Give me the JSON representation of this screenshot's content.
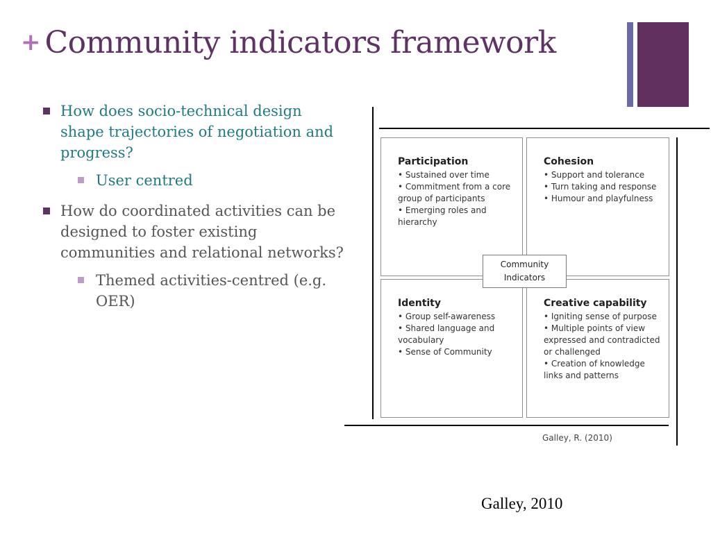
{
  "slide": {
    "title_plus": "+",
    "title": "Community indicators framework",
    "citation": "Galley, 2010",
    "colors": {
      "title": "#5f3266",
      "plus": "#b06fb8",
      "teal_text": "#1f7a82",
      "body_text": "#555555",
      "deco_bar": "#6b6aa6",
      "deco_block": "#62305f"
    }
  },
  "bullets": [
    {
      "text": "How does socio-technical design shape trajectories of negotiation and progress?",
      "sub": [
        "User centred"
      ]
    },
    {
      "text": "How do coordinated activities can be designed to foster existing communities and relational networks?",
      "sub": [
        "Themed activities-centred (e.g. OER)"
      ]
    }
  ],
  "figure": {
    "center_line1": "Community",
    "center_line2": "Indicators",
    "caption": "Galley, R. (2010)",
    "quadrants": {
      "participation": {
        "title": "Participation",
        "items": [
          "• Sustained over time",
          "• Commitment from a core",
          "group of participants",
          "• Emerging roles and",
          "hierarchy"
        ]
      },
      "cohesion": {
        "title": "Cohesion",
        "items": [
          "• Support and tolerance",
          "• Turn taking and response",
          "• Humour and playfulness"
        ]
      },
      "identity": {
        "title": "Identity",
        "items": [
          "• Group self-awareness",
          "• Shared language and",
          "vocabulary",
          "•  Sense of Community"
        ]
      },
      "creative": {
        "title": "Creative capability",
        "items": [
          "• Igniting sense of purpose",
          "• Multiple points of view",
          "expressed and contradicted",
          "or challenged",
          "• Creation of knowledge",
          "links and patterns"
        ]
      }
    }
  }
}
